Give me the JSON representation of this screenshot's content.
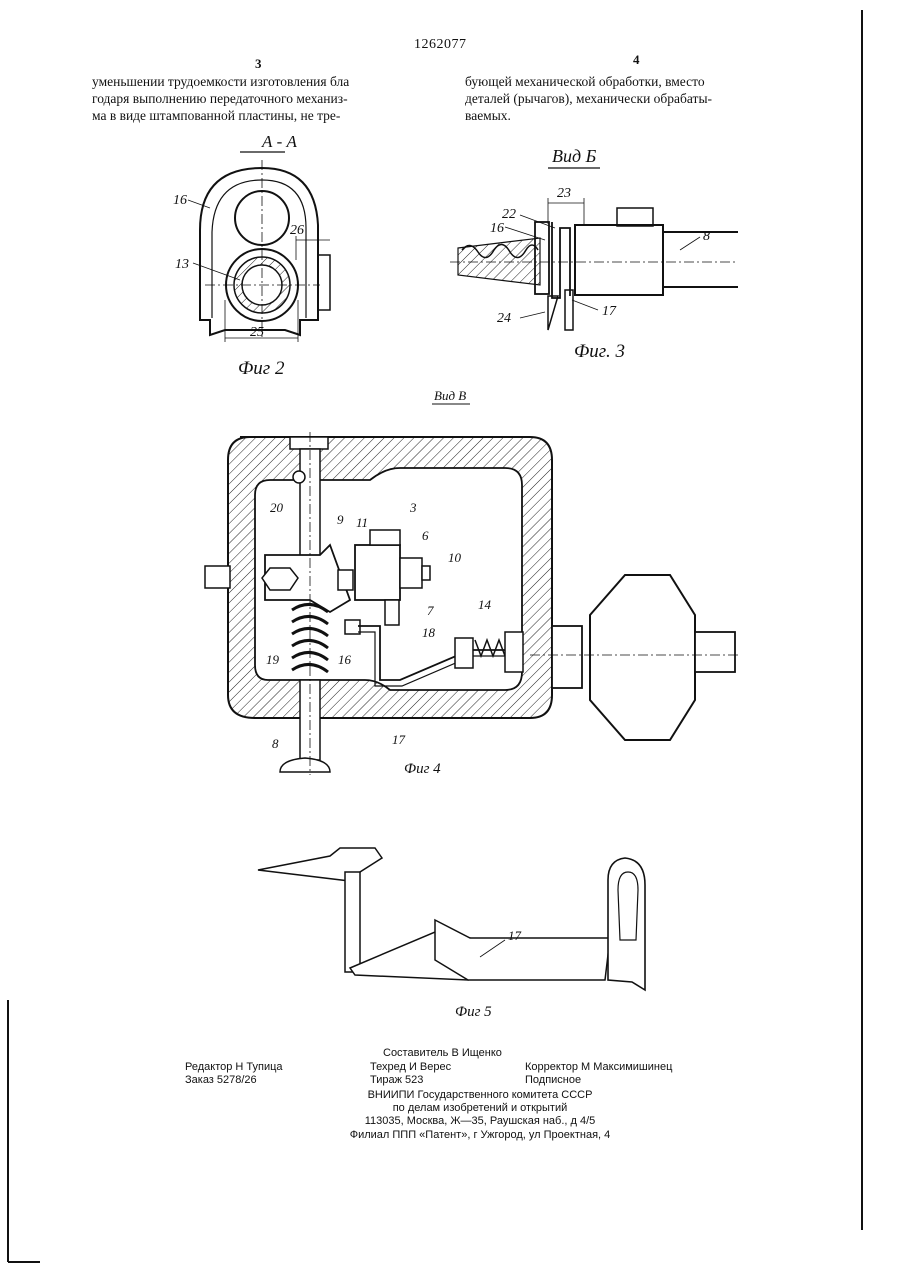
{
  "header": {
    "patent_number": "1262077",
    "col_left_number": "3",
    "col_right_number": "4"
  },
  "text": {
    "left_lines": [
      "уменьшении трудоемкости изготовления бла",
      "годаря выполнению передаточного механиз-",
      "ма в виде штампованной пластины, не тре-"
    ],
    "right_lines": [
      "бующей  механической  обработки,  вместо",
      "деталей  (рычагов),  механически  обрабаты-",
      "ваемых."
    ]
  },
  "figures": {
    "fig2": {
      "caption": "Фиг 2",
      "section": "А - А",
      "labels": [
        "16",
        "13",
        "26",
        "25"
      ]
    },
    "fig3": {
      "caption": "Фиг. 3",
      "view": "Вид Б",
      "labels": [
        "23",
        "22",
        "16",
        "8",
        "24",
        "17"
      ]
    },
    "fig4": {
      "caption": "Фиг 4",
      "view": "Вид В",
      "labels": [
        "20",
        "9",
        "11",
        "3",
        "6",
        "10",
        "7",
        "14",
        "18",
        "19",
        "16",
        "17",
        "8"
      ]
    },
    "fig5": {
      "caption": "Фиг 5",
      "labels": [
        "17"
      ]
    }
  },
  "imprint": {
    "compiler": "Составитель В  Ищенко",
    "editor": "Редактор Н  Тупица",
    "techred": "Техред И  Верес",
    "corrector": "Корректор М  Максимишинец",
    "order": "Заказ 5278/26",
    "circulation": "Тираж 523",
    "subscription": "Подписное",
    "org1": "ВНИИПИ  Государственного  комитета  СССР",
    "org2": "по  делам  изобретений  и  открытий",
    "address": "113035,  Москва,  Ж—35,  Раушская  наб.,  д  4/5",
    "branch": "Филиал  ППП  «Патент»,  г  Ужгород,  ул  Проектная,  4"
  }
}
